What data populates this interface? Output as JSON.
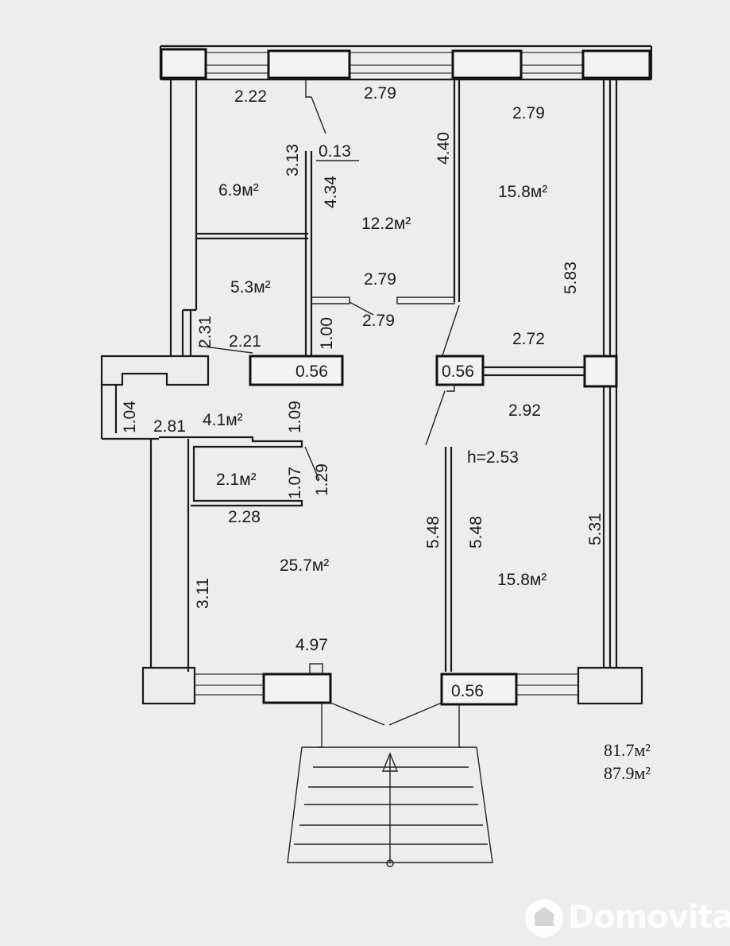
{
  "rooms": {
    "r1_area": "6.9м²",
    "r2_area": "12.2м²",
    "r3_area": "15.8м²",
    "r4_area": "5.3м²",
    "r5_area": "4.1м²",
    "r6_area": "2.1м²",
    "r7_area": "25.7м²",
    "r8_area": "15.8м²"
  },
  "dimensions": {
    "d_2_22": "2.22",
    "d_2_79_top": "2.79",
    "d_2_79_right": "2.79",
    "d_3_13": "3.13",
    "d_0_13": "0.13",
    "d_4_34": "4.34",
    "d_4_40": "4.40",
    "d_5_83": "5.83",
    "d_2_79_mid": "2.79",
    "d_2_79_low": "2.79",
    "d_2_31": "2.31",
    "d_2_21": "2.21",
    "d_1_00": "1.00",
    "d_2_72": "2.72",
    "d_0_56_a": "0.56",
    "d_0_56_b": "0.56",
    "d_1_04": "1.04",
    "d_1_09": "1.09",
    "d_2_81": "2.81",
    "d_2_92": "2.92",
    "d_1_07": "1.07",
    "d_1_29": "1.29",
    "d_h": "h=2.53",
    "d_2_28": "2.28",
    "d_5_48_a": "5.48",
    "d_5_48_b": "5.48",
    "d_5_31": "5.31",
    "d_3_11": "3.11",
    "d_4_97": "4.97",
    "d_0_56_c": "0.56"
  },
  "totals": {
    "living": "81.7м²",
    "total": "87.9м²"
  },
  "watermark": "Domovita"
}
